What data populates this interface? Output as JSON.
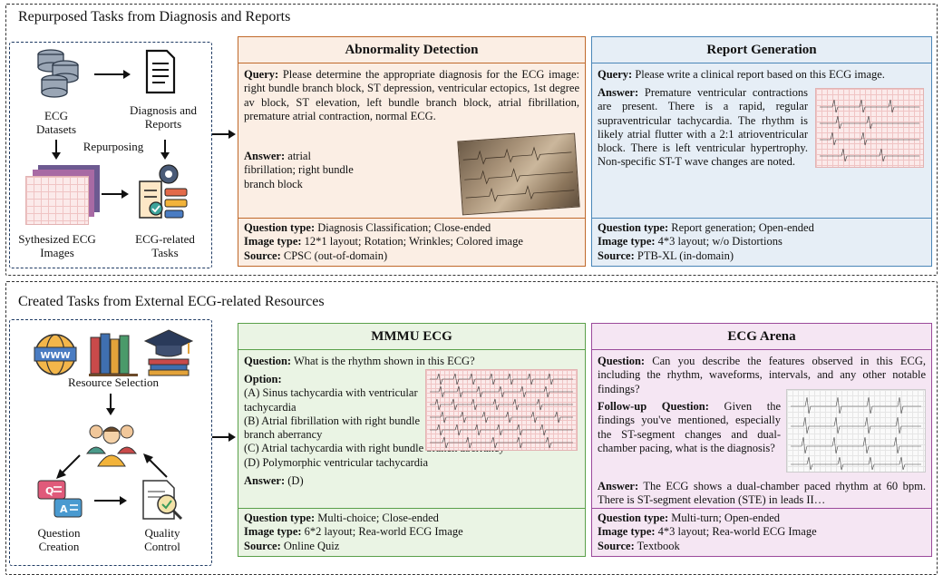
{
  "top": {
    "title": "Repurposed Tasks from Diagnosis and Reports",
    "left": {
      "ecg_datasets": "ECG Datasets",
      "diagnosis_reports": "Diagnosis and Reports",
      "repurposing": "Repurposing",
      "synthesized": "Sythesized ECG Images",
      "ecg_tasks": "ECG-related Tasks"
    },
    "abnormality": {
      "title": "Abnormality Detection",
      "query_label": "Query:",
      "query": "Please determine the appropriate diagnosis for the ECG image: right bundle branch block, ST depression, ventricular ectopics, 1st degree av block, ST elevation, left bundle branch block, atrial fibrillation, premature atrial contraction, normal ECG.",
      "answer_label": "Answer:",
      "answer": "atrial fibrillation; right bundle branch block",
      "qtype_label": "Question type:",
      "qtype": "Diagnosis Classification; Close-ended",
      "itype_label": "Image type:",
      "itype": "12*1 layout; Rotation; Wrinkles; Colored image",
      "source_label": "Source:",
      "source": "CPSC (out-of-domain)",
      "color": "#c0692a",
      "bg": "#fbeee4"
    },
    "report": {
      "title": "Report Generation",
      "query_label": "Query:",
      "query": "Please write a clinical report based on this ECG image.",
      "answer_label": "Answer:",
      "answer": "Premature ventricular contractions are present. There is a rapid, regular supraventricular tachycardia. The rhythm is likely atrial flutter with a 2:1 atrioventricular block. There is left ventricular hypertrophy. Non-specific ST-T wave changes are noted.",
      "qtype_label": "Question type:",
      "qtype": "Report generation; Open-ended",
      "itype_label": "Image type:",
      "itype": "4*3 layout; w/o Distortions",
      "source_label": "Source:",
      "source": "PTB-XL (in-domain)",
      "color": "#4a86b8",
      "bg": "#e6eef6"
    }
  },
  "bottom": {
    "title": "Created Tasks from External ECG-related Resources",
    "left": {
      "resource_selection": "Resource Selection",
      "question_creation": "Question Creation",
      "quality_control": "Quality Control",
      "www": "WWW"
    },
    "mmmu": {
      "title": "MMMU ECG",
      "question_label": "Question:",
      "question": "What is the rhythm shown in this ECG?",
      "option_label": "Option:",
      "options": [
        "(A) Sinus tachycardia with ventricular tachycardia",
        "(B) Atrial fibrillation with right bundle branch aberrancy",
        "(C) Atrial tachycardia with right bundle branch aberrancy",
        "(D) Polymorphic ventricular tachycardia"
      ],
      "answer_label": "Answer:",
      "answer": "(D)",
      "qtype_label": "Question type:",
      "qtype": "Multi-choice; Close-ended",
      "itype_label": "Image type:",
      "itype": "6*2 layout; Rea-world ECG Image",
      "source_label": "Source:",
      "source": "Online Quiz",
      "color": "#5aa04a",
      "bg": "#eaf4e4"
    },
    "arena": {
      "title": "ECG Arena",
      "question_label": "Question:",
      "question": "Can you describe the features observed in this ECG, including the rhythm, waveforms, intervals, and any other notable findings?",
      "followup_label": "Follow-up Question:",
      "followup": "Given the findings you've mentioned, especially the ST-segment changes and dual-chamber pacing, what is the diagnosis?",
      "answer_label": "Answer:",
      "answer": "The ECG shows a dual-chamber paced rhythm at 60 bpm. There is ST-segment elevation (STE) in leads II…",
      "qtype_label": "Question type:",
      "qtype": "Multi-turn; Open-ended",
      "itype_label": "Image type:",
      "itype": "4*3 layout; Rea-world ECG Image",
      "source_label": "Source:",
      "source": "Textbook",
      "color": "#9b4a9b",
      "bg": "#f5e6f3"
    }
  }
}
